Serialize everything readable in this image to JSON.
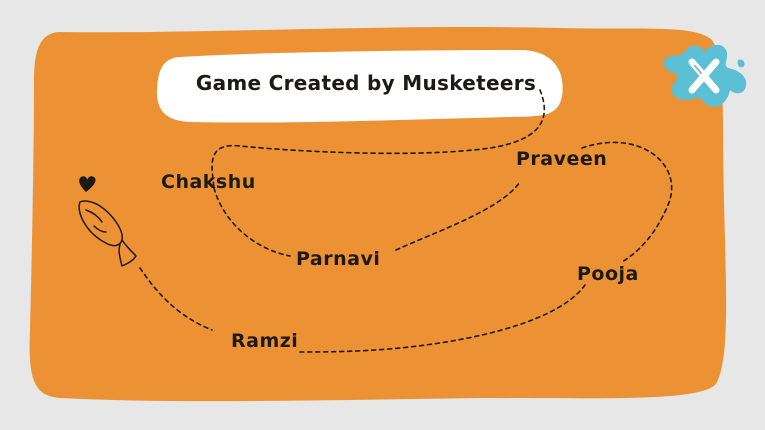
{
  "credits": {
    "title": "Game Created by Musketeers",
    "names": [
      "Chakshu",
      "Parnavi",
      "Praveen",
      "Pooja",
      "Ramzi"
    ]
  },
  "icons": {
    "close": "close-x-icon",
    "heart": "heart-icon",
    "fish": "fish-icon"
  },
  "colors": {
    "background": "#e6e7e6",
    "panel": "#ec9234",
    "title_banner": "#ffffff",
    "close_splat": "#5bbfd6",
    "ink": "#1c1a17"
  }
}
